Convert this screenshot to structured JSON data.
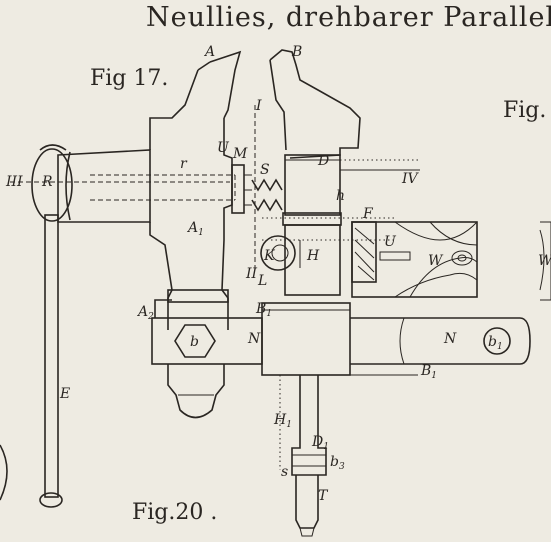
{
  "header": {
    "title": "Neullies, drehbarer Parallel-"
  },
  "figures": {
    "fig17": "Fig 17.",
    "fig20": "Fig.20 .",
    "fig_right": "Fig."
  },
  "labels": {
    "A": "A",
    "B": "B",
    "I": "I",
    "U": "U",
    "M": "M",
    "r": "r",
    "D": "D",
    "III": "III",
    "R": "R",
    "S": "S",
    "IV": "IV",
    "h": "h",
    "F": "F",
    "A1": "A",
    "A1_sub": "1",
    "K": "K",
    "H": "H",
    "U2": "U",
    "W": "W",
    "W2": "W",
    "II": "II",
    "L": "L",
    "A2": "A",
    "A2_sub": "2",
    "B1": "B",
    "B1_sub": "1",
    "b": "b",
    "N": "N",
    "N2": "N",
    "b1": "b",
    "b1_sub": "1",
    "B1b": "B",
    "B1b_sub": "1",
    "E": "E",
    "H1": "H",
    "H1_sub": "1",
    "D1": "D",
    "D1_sub": "1",
    "s": "s",
    "b3": "b",
    "b3_sub": "3",
    "T": "T"
  },
  "colors": {
    "paper": "#eeebe2",
    "ink": "#2a2622"
  }
}
